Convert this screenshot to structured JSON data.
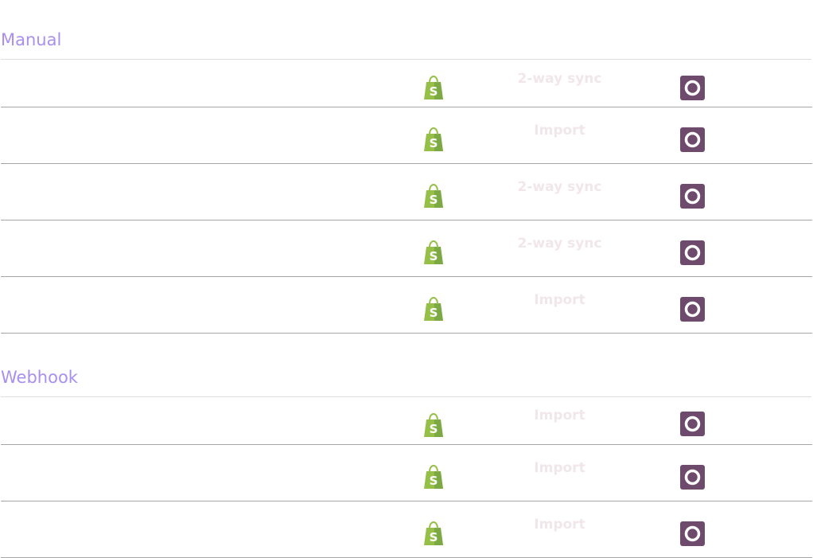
{
  "sections": [
    {
      "title": "Manual",
      "rows": [
        {
          "sync": "2-way sync"
        },
        {
          "sync": "Import"
        },
        {
          "sync": "2-way sync"
        },
        {
          "sync": "2-way sync"
        },
        {
          "sync": "Import"
        }
      ]
    },
    {
      "title": "Webhook",
      "rows": [
        {
          "sync": "Import"
        },
        {
          "sync": "Import"
        },
        {
          "sync": "Import"
        }
      ]
    }
  ],
  "icons": {
    "source": "shopify-icon",
    "target": "target-app-icon"
  },
  "colors": {
    "section_title": "#a98ff0",
    "sync_label": "#f1e6ea",
    "shopify_green": "#95bf47",
    "target_purple": "#6e4a6c",
    "row_divider": "#a6a6a6"
  }
}
